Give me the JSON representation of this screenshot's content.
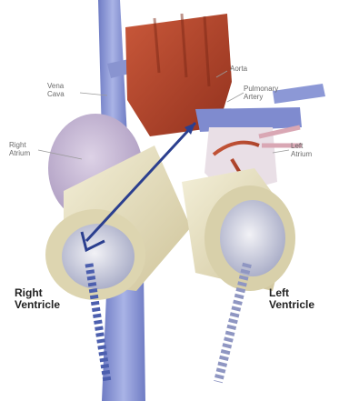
{
  "diagram": {
    "labels": {
      "superior_vena_cava": [
        "Vena",
        "Cava"
      ],
      "aorta": "Aorta",
      "pulmonary_artery": [
        "Pulmonary",
        "Artery"
      ],
      "right_atrium": [
        "Right",
        "Atrium"
      ],
      "left_atrium": [
        "Left",
        "Atrium"
      ],
      "right_ventricle": [
        "Right",
        "Ventricle"
      ],
      "left_ventricle": [
        "Left",
        "Ventricle"
      ]
    },
    "colors": {
      "vein_blue": "#8f9bd8",
      "aorta_red": "#b9442a",
      "atrium_purple": "#c3b4d2",
      "ventricle_cream": "#e8e0be",
      "arrow_blue": "#2b3f8f",
      "artery_red": "#9c2f22"
    }
  }
}
